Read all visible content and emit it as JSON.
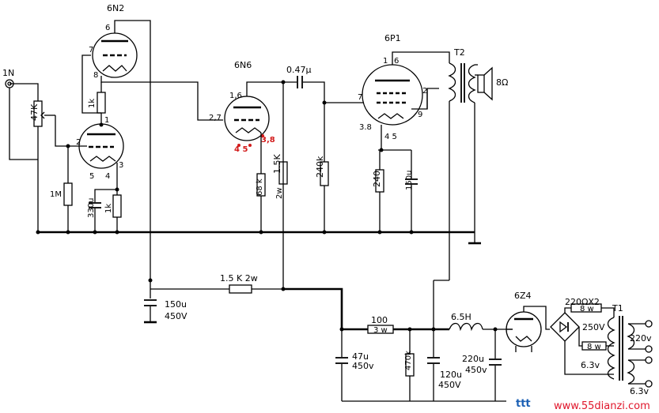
{
  "tubes": {
    "v1": {
      "name": "6N2",
      "pin_top": "6",
      "pin_grid": "7",
      "pin_cath": "8"
    },
    "v2": {
      "pin_plate": "1",
      "pin_grid": "2",
      "pin_h1": "5",
      "pin_h2": "4",
      "pin_cath": "3"
    },
    "v3": {
      "name": "6N6",
      "pin_plate": "1,6",
      "pin_grid": "2,7",
      "pin_heater": "4 5",
      "pin_cath": "3,8"
    },
    "v4": {
      "name": "6P1",
      "pin_plate_a": "1",
      "pin_plate_b": "6",
      "pin_grid": "7",
      "pin_screen": "2",
      "pin_cath": "3.8",
      "pin_heater": "4  5",
      "pin_9": "9"
    },
    "rect": {
      "name": "6Z4"
    }
  },
  "components": {
    "input": "1N",
    "pot": "47K",
    "r_1m": "1M",
    "r_1k_link": "1k",
    "c_330u": "330u",
    "r_1k_cath": "1k",
    "r_68k": "68 k",
    "r_1_5k": "1.5K",
    "r_1_5k_w": "2w",
    "c_coupling": "0.47μ",
    "r_240k": "240k",
    "r_240": "240",
    "c_150u": "150u",
    "transformer_out": "T2",
    "speaker": "8Ω",
    "dropping_r": "1.5 K 2w",
    "c_filter1_a": "150u",
    "c_filter1_b": "450V",
    "r_100": "100",
    "r_100_w": "3 w",
    "c_47u_a": "47u",
    "c_47u_b": "450v",
    "r_470k": "470k",
    "c_120u_a": "120u",
    "c_120u_b": "450V",
    "choke": "6.5H",
    "c_220u_a": "220u",
    "c_220u_b": "450v",
    "bridge_r": "220ΩX2",
    "bridge_r1_w": "8 w",
    "bridge_r2_w": "8 w",
    "secondary_hv": "250V",
    "secondary_heat": "6.3v",
    "transformer_power": "T1",
    "mains": "220v",
    "heater_out": "6.3v"
  },
  "watermark": {
    "logo": "ttt",
    "site": "www.55dianzi.com"
  }
}
